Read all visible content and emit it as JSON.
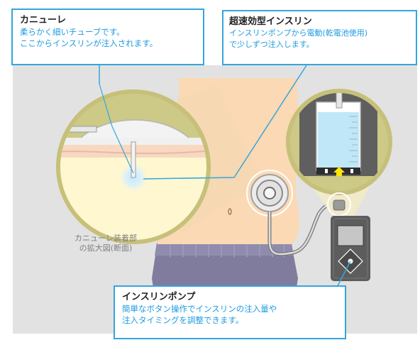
{
  "cannula_callout": {
    "title": "カニューレ",
    "lines": [
      "柔らかく細いチューブです。",
      "ここからインスリンが注入されます。"
    ]
  },
  "insulin_callout": {
    "title": "超速効型インスリン",
    "lines": [
      "インスリンポンプから電動(乾電池使用)",
      "で少しずつ注入します。"
    ]
  },
  "pump_callout": {
    "title": "インスリンポンプ",
    "lines": [
      "簡単なボタン操作でインスリンの注入量や",
      "注入タイミングを調整できます。"
    ]
  },
  "enlarged_label": {
    "lines": [
      "カニューレ装着部",
      "の拡大図(断面)"
    ]
  },
  "colors": {
    "accent_blue": "#34a6df",
    "callout_text_blue": "#1e9be0",
    "skin": "#fbd9b4",
    "olive_ring": "#c6c07a",
    "pants": "#7f7c9e",
    "insulin_liquid": "#bfe7f7",
    "pump_body": "#5d5d5d",
    "indicator_yellow": "#ffe600"
  }
}
